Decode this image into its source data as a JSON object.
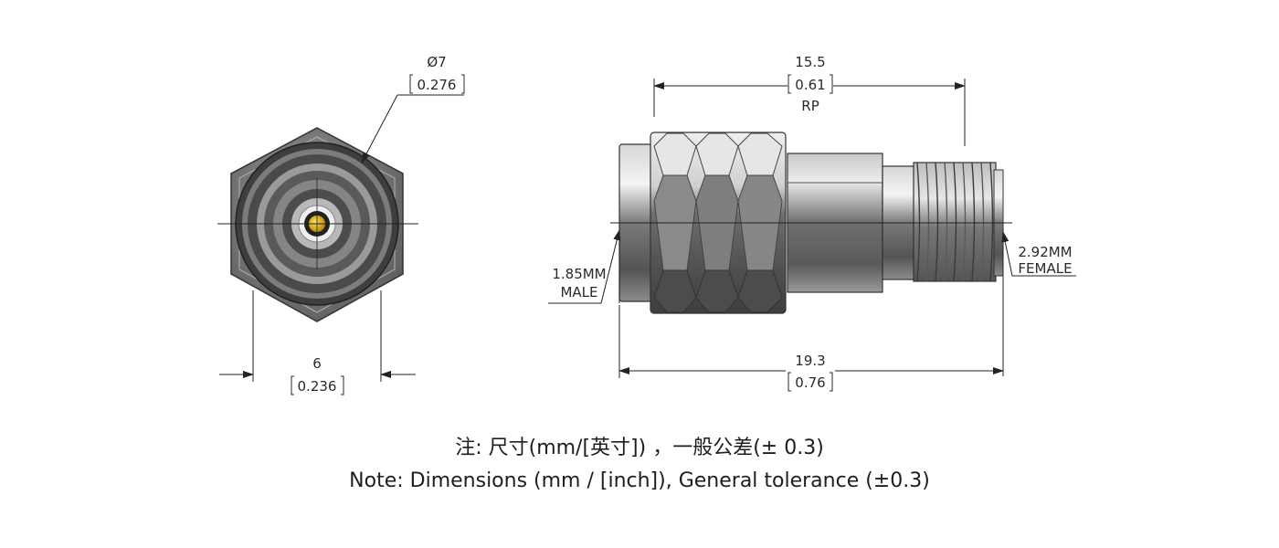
{
  "front_view": {
    "diameter_mm": "Ø7",
    "diameter_in": "0.276",
    "hex_mm": "6",
    "hex_in": "0.236"
  },
  "side_view": {
    "rp_mm": "15.5",
    "rp_in": "0.61",
    "rp_label": "RP",
    "male_size": "1.85MM",
    "male_label": "MALE",
    "female_size": "2.92MM",
    "female_label": "FEMALE",
    "length_mm": "19.3",
    "length_in": "0.76"
  },
  "notes": {
    "chinese": "注: 尺寸(mm/[英寸]) ，一般公差(± 0.3)",
    "english": "Note: Dimensions (mm / [inch]), General tolerance (±0.3)"
  },
  "colors": {
    "metal_dark": "#3c3c3c",
    "metal_mid": "#8a8a8a",
    "metal_light": "#d8d8d8",
    "pin_gold": "#e8b000"
  }
}
